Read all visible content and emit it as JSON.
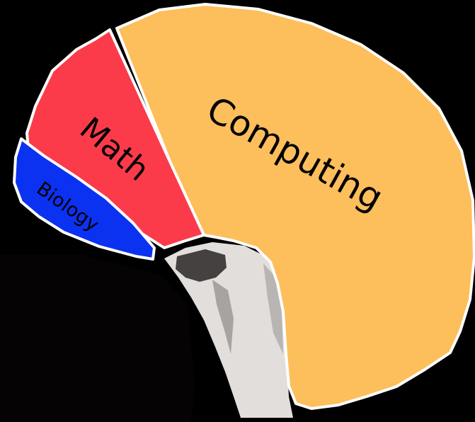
{
  "colors": {
    "background": "#000000",
    "computing": "#FDBE5C",
    "math": "#FB3B4A",
    "biology": "#0B32F0",
    "outline": "#FFFFFF",
    "brainstem_light": "#E2DEDC",
    "brainstem_dark": "#2A2626"
  },
  "regions": {
    "computing": {
      "label": "Computing"
    },
    "math": {
      "label": "Math"
    },
    "biology": {
      "label": "Biology"
    }
  }
}
